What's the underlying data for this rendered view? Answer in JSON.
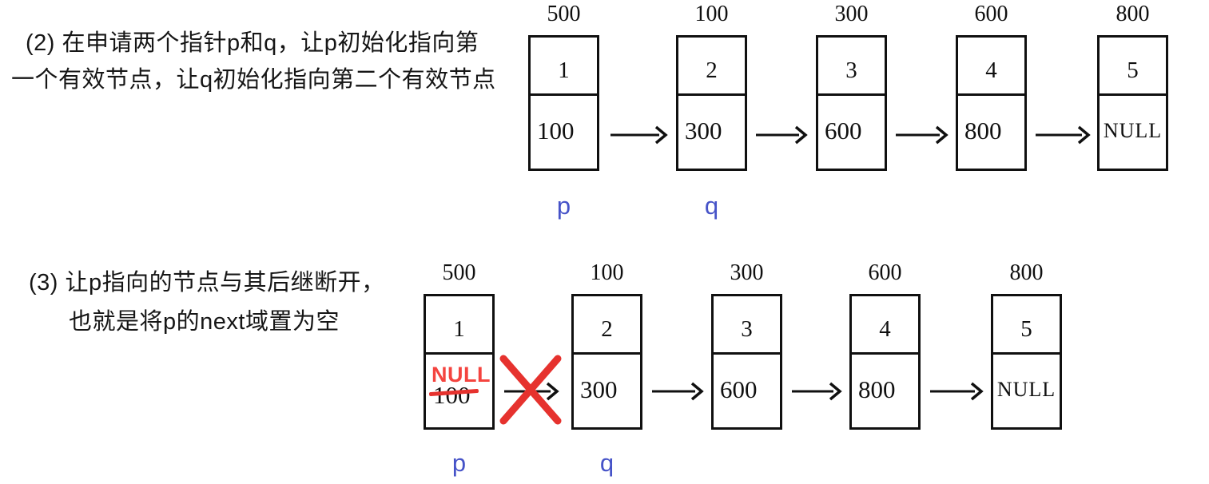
{
  "colors": {
    "pointer_label_blue": "#4653c8",
    "highlight_red": "#e6322e",
    "null_text_red": "#f4443f",
    "line_black": "#101010"
  },
  "steps": [
    {
      "caption_lines": [
        "(2) 在申请两个指针p和q，让p初始化指向第",
        "一个有效节点，让q初始化指向第二个有效节点"
      ],
      "list": {
        "nodes": [
          {
            "address": "500",
            "data": "1",
            "next": "100",
            "pointer": "p"
          },
          {
            "address": "100",
            "data": "2",
            "next": "300",
            "pointer": "q"
          },
          {
            "address": "300",
            "data": "3",
            "next": "600"
          },
          {
            "address": "600",
            "data": "4",
            "next": "800"
          },
          {
            "address": "800",
            "data": "5",
            "next": "NULL"
          }
        ]
      }
    },
    {
      "caption_lines": [
        "(3) 让p指向的节点与其后继断开，",
        "也就是将p的next域置为空"
      ],
      "list": {
        "nodes": [
          {
            "address": "500",
            "data": "1",
            "next": "100",
            "next_new": "NULL",
            "pointer": "p",
            "link_broken": true
          },
          {
            "address": "100",
            "data": "2",
            "next": "300",
            "pointer": "q"
          },
          {
            "address": "300",
            "data": "3",
            "next": "600"
          },
          {
            "address": "600",
            "data": "4",
            "next": "800"
          },
          {
            "address": "800",
            "data": "5",
            "next": "NULL"
          }
        ]
      }
    }
  ]
}
